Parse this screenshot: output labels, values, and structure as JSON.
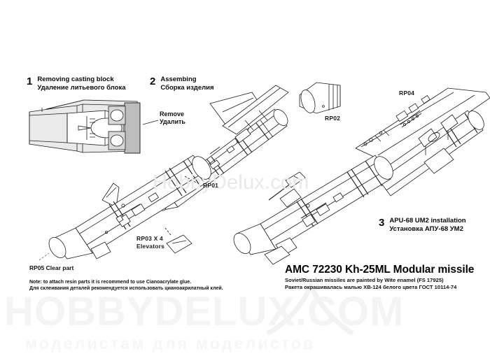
{
  "document": {
    "type": "model-kit-instruction-sheet",
    "background_color": "#ffffff",
    "line_color": "#1f1f1f"
  },
  "steps": [
    {
      "number": "1",
      "title_en": "Removing casting block",
      "title_ru": "Удаление литьевого блока"
    },
    {
      "number": "2",
      "title_en": "Assembing",
      "title_ru": "Сборка изделия"
    },
    {
      "number": "3",
      "title_en": "APU-68 UM2 installation",
      "title_ru": "Установка АПУ-68 УМ2"
    }
  ],
  "callouts": [
    {
      "id": "remove",
      "line_en": "Remove",
      "line_ru": "Удалить"
    }
  ],
  "part_labels": [
    {
      "id": "rp01",
      "text": "RP01"
    },
    {
      "id": "rp02",
      "text": "RP02"
    },
    {
      "id": "rp04",
      "text": "RP04"
    },
    {
      "id": "rp03",
      "line1": "RP03 X 4",
      "line2": "Elevators"
    },
    {
      "id": "rp05",
      "text": "RP05 Clear part"
    }
  ],
  "note": {
    "line_en": "Note: to attach resin parts it is recommend to use Cianoacrylate glue.",
    "line_ru": "Для склеивания деталей рекомендуется использовать цианоакрилатный клей."
  },
  "title_block": {
    "main": "AMC 72230 Kh-25ML Modular missile",
    "sub_en": "Soviet/Russian missiles are painted by Wite enamel (FS 17925)",
    "sub_ru": "Ракета окрашивалась малью ХВ-124 белого цвета ГОСТ 10114-74"
  },
  "watermarks": {
    "center": "HobbyDelux.com",
    "bottom_main": "HOBBYDELUX.COM",
    "bottom_sub": "моделистам для моделистов"
  }
}
